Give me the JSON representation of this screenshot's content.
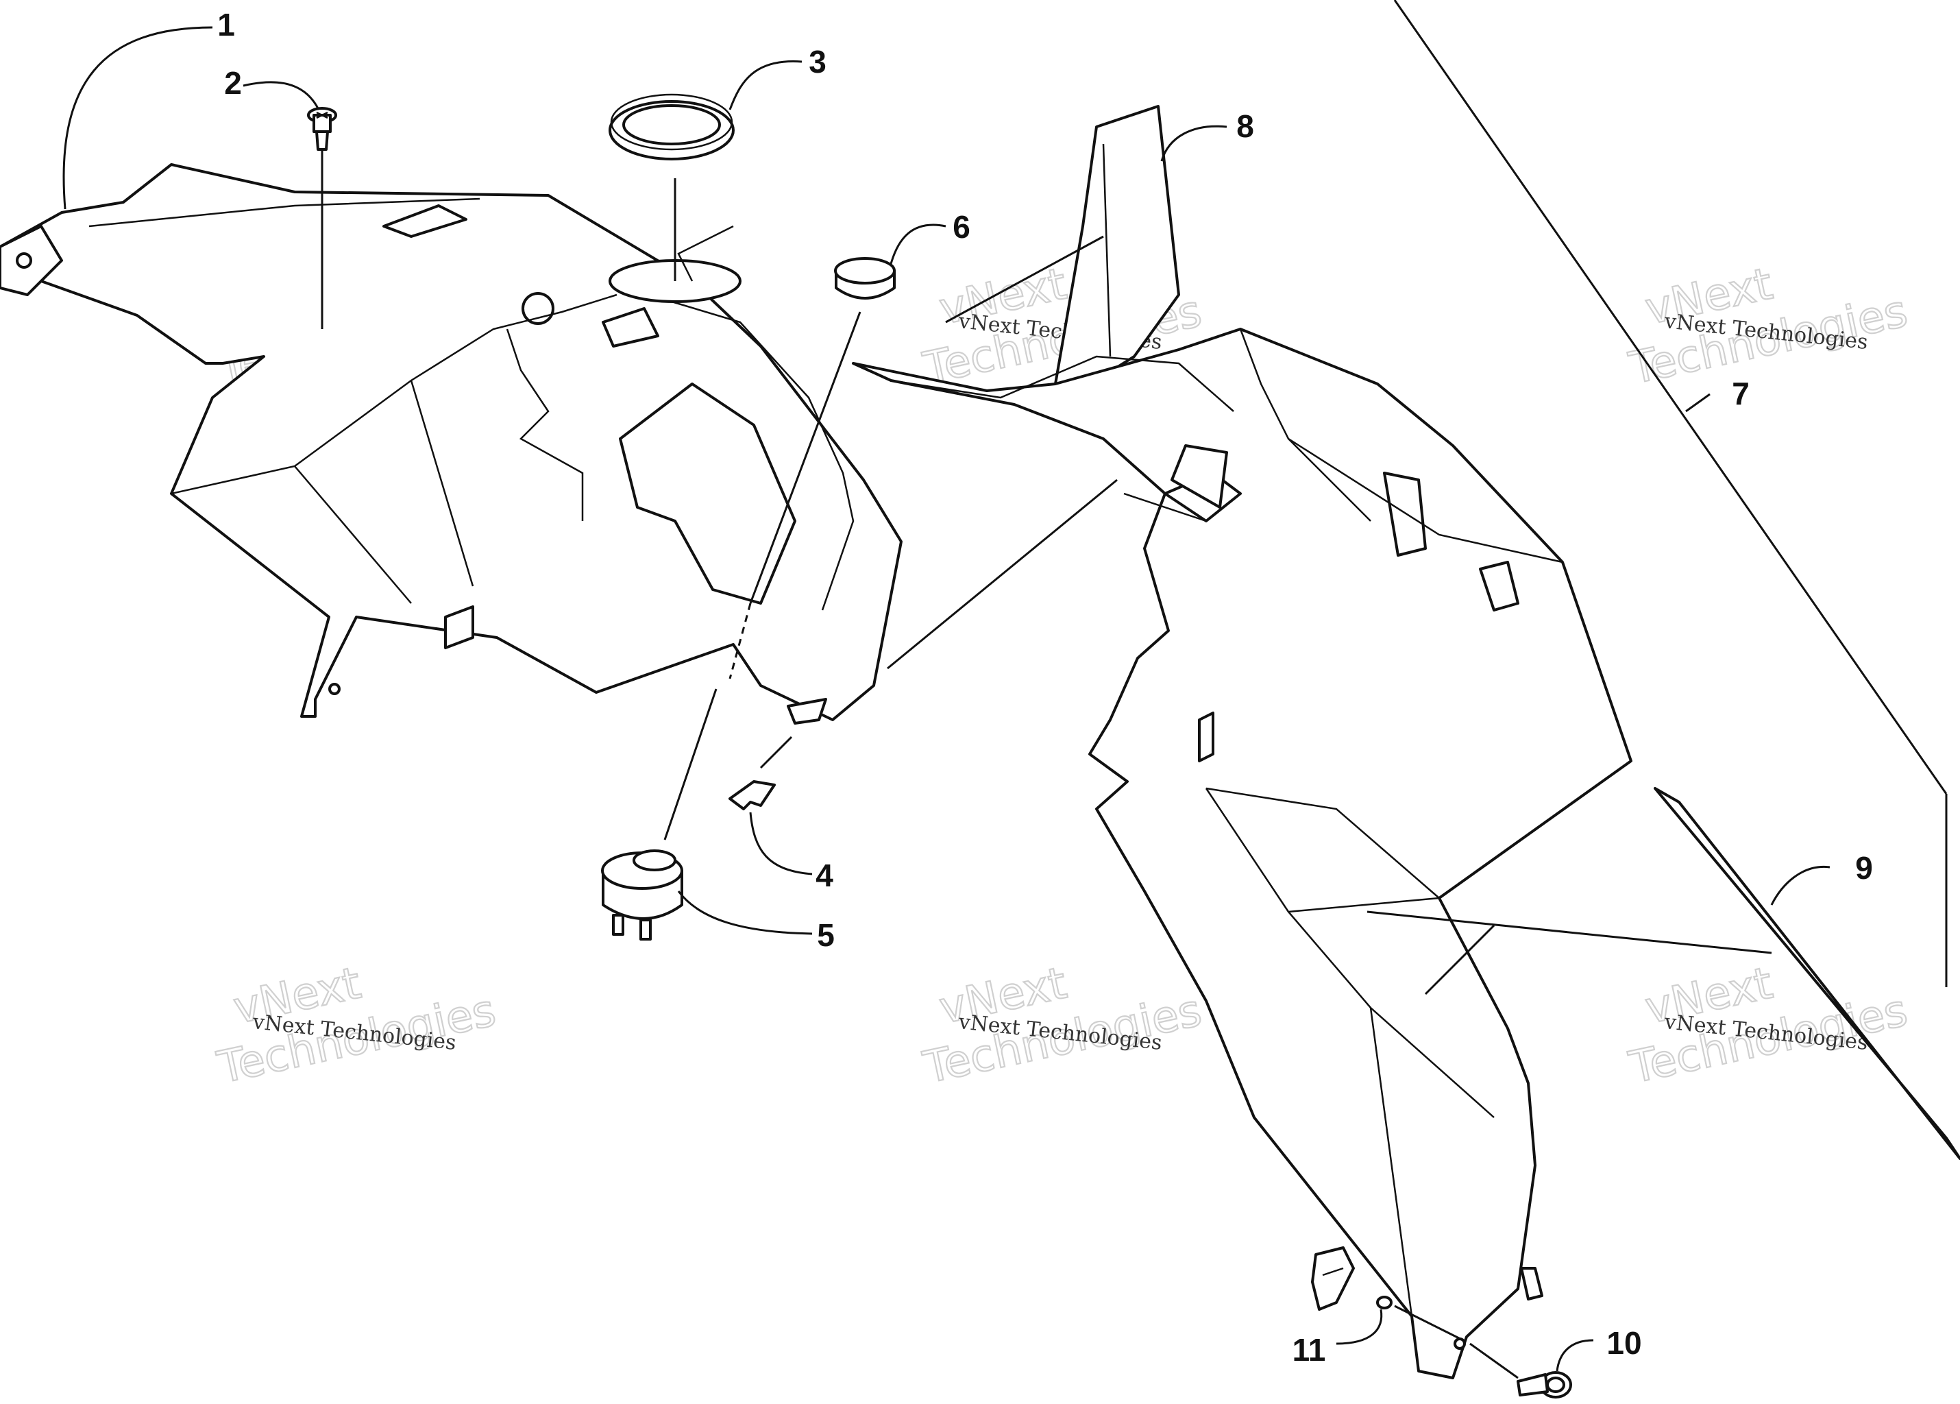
{
  "callouts": [
    "1",
    "2",
    "3",
    "4",
    "5",
    "6",
    "7",
    "8",
    "9",
    "10",
    "11"
  ],
  "watermark": {
    "line1": "vNext",
    "line2": "Technologies",
    "line3": "vNext Technologies"
  }
}
